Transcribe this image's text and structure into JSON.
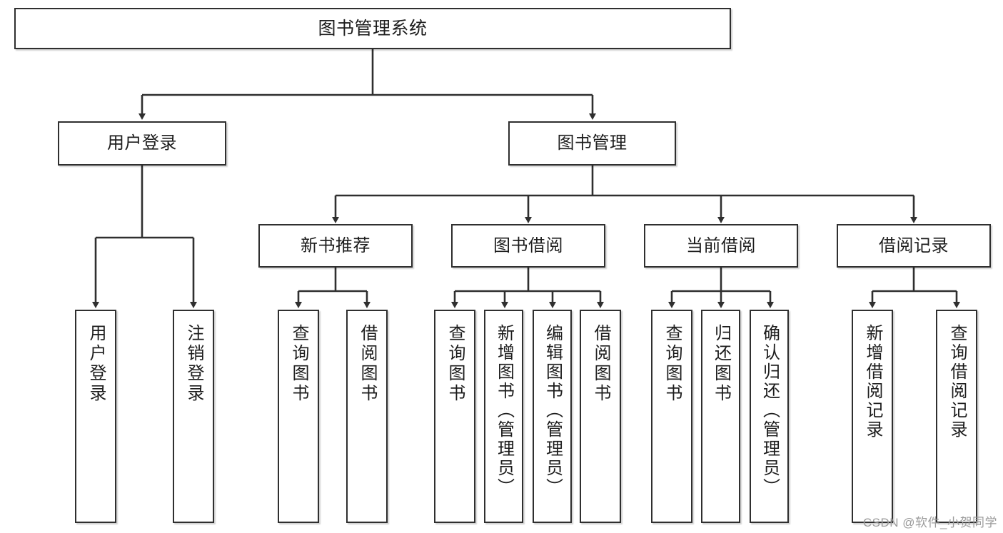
{
  "diagram": {
    "title": "图书管理系统",
    "type": "hierarchy-tree",
    "root": {
      "label": "图书管理系统"
    },
    "level1": [
      {
        "label": "用户登录"
      },
      {
        "label": "图书管理"
      }
    ],
    "level2": [
      {
        "label": "新书推荐"
      },
      {
        "label": "图书借阅"
      },
      {
        "label": "当前借阅"
      },
      {
        "label": "借阅记录"
      }
    ],
    "leaves": {
      "user_login": [
        {
          "label": "用户登录"
        },
        {
          "label": "注销登录"
        }
      ],
      "new_book_recommend": [
        {
          "label": "查询图书"
        },
        {
          "label": "借阅图书"
        }
      ],
      "book_borrow": [
        {
          "label": "查询图书"
        },
        {
          "label": "新增图书（管理员）"
        },
        {
          "label": "编辑图书（管理员）"
        },
        {
          "label": "借阅图书"
        }
      ],
      "current_borrow": [
        {
          "label": "查询图书"
        },
        {
          "label": "归还图书"
        },
        {
          "label": "确认归还（管理员）"
        }
      ],
      "borrow_record": [
        {
          "label": "新增借阅记录"
        },
        {
          "label": "查询借阅记录"
        }
      ]
    }
  },
  "watermark": {
    "text": "CSDN @软件_小贺同学"
  },
  "colors": {
    "border": "#2f2f2f",
    "background": "#ffffff",
    "text": "#1d1d1d",
    "watermark": "#9b9b9b"
  }
}
